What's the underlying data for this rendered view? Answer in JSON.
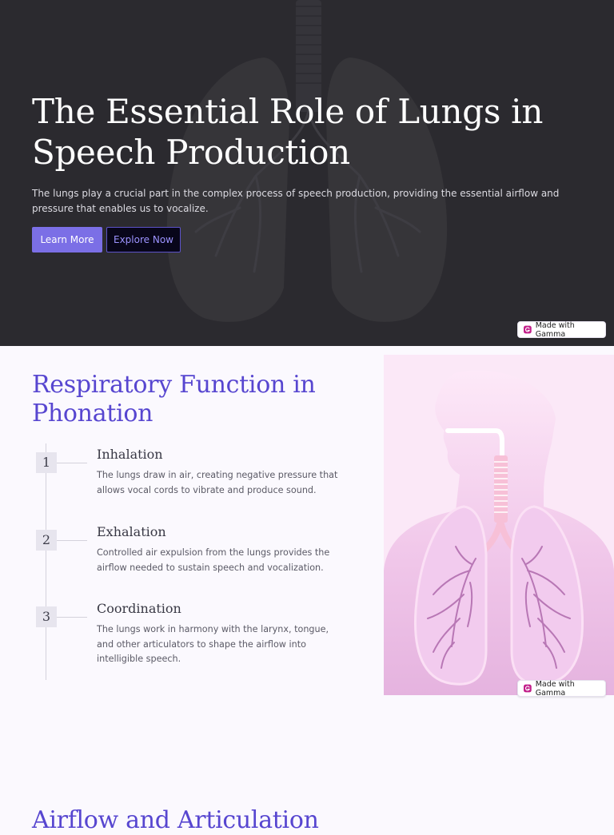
{
  "hero": {
    "title": "The Essential Role of Lungs in Speech Production",
    "description": "The lungs play a crucial part in the complex process of speech production, providing the essential airflow and pressure that enables us to vocalize.",
    "primary_button": "Learn More",
    "secondary_button": "Explore Now"
  },
  "badge": {
    "label": "Made with Gamma"
  },
  "respiratory": {
    "title": "Respiratory Function in Phonation",
    "steps": [
      {
        "number": "1",
        "title": "Inhalation",
        "description": "The lungs draw in air, creating negative pressure that allows vocal cords to vibrate and produce sound."
      },
      {
        "number": "2",
        "title": "Exhalation",
        "description": "Controlled air expulsion from the lungs provides the airflow needed to sustain speech and vocalization."
      },
      {
        "number": "3",
        "title": "Coordination",
        "description": "The lungs work in harmony with the larynx, tongue, and other articulators to shape the airflow into intelligible speech."
      }
    ]
  },
  "next_section": {
    "title": "Airflow and Articulation"
  },
  "colors": {
    "hero_bg": "#2b2a2f",
    "accent": "#5746d0",
    "button_primary": "#7b6fe6",
    "page_bg": "#fbf9fe",
    "illustration_bg": "#fbe8f7"
  }
}
